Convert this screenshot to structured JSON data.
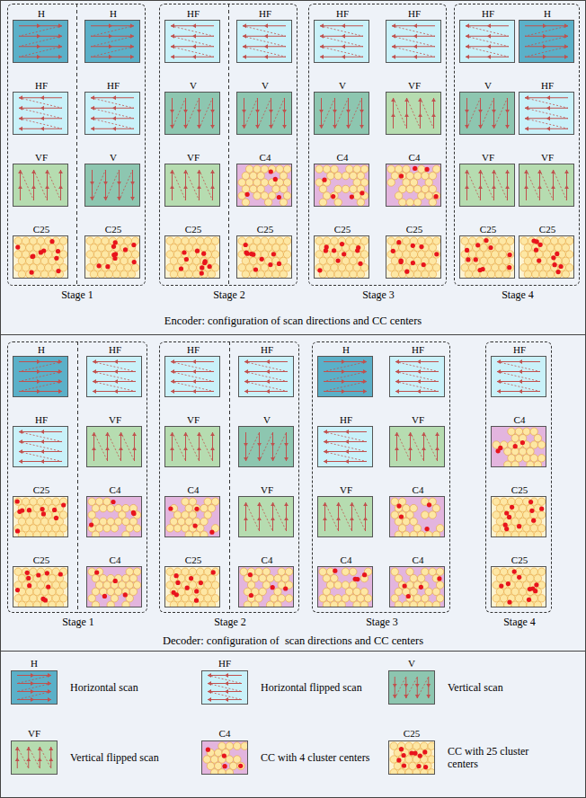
{
  "diagram": {
    "nodes": [
      {
        "text": [
          "Encoder: configuration of scan directions and CC centers"
        ]
      },
      {
        "text": [
          "Stage 1"
        ],
        "in": 0
      },
      {
        "text": [
          "H"
        ],
        "in": 1
      },
      {
        "text": [
          "HF"
        ],
        "in": 1
      },
      {
        "text": [
          "VF"
        ],
        "in": 1
      },
      {
        "text": [
          "C25"
        ],
        "in": 1
      },
      {
        "text": [
          "H"
        ],
        "in": 1
      },
      {
        "text": [
          "HF"
        ],
        "in": 1
      },
      {
        "text": [
          "V"
        ],
        "in": 1
      },
      {
        "text": [
          "C25"
        ],
        "in": 1
      },
      {
        "text": [
          "Stage 2"
        ],
        "in": 0
      },
      {
        "text": [
          "HF"
        ],
        "in": 10
      },
      {
        "text": [
          "V"
        ],
        "in": 10
      },
      {
        "text": [
          "VF"
        ],
        "in": 10
      },
      {
        "text": [
          "C25"
        ],
        "in": 10
      },
      {
        "text": [
          "HF"
        ],
        "in": 10
      },
      {
        "text": [
          "V"
        ],
        "in": 10
      },
      {
        "text": [
          "C4"
        ],
        "in": 10
      },
      {
        "text": [
          "C25"
        ],
        "in": 10
      },
      {
        "text": [
          "Stage 3"
        ],
        "in": 0
      },
      {
        "text": [
          "HF"
        ],
        "in": 19
      },
      {
        "text": [
          "V"
        ],
        "in": 19
      },
      {
        "text": [
          "C4"
        ],
        "in": 19
      },
      {
        "text": [
          "C25"
        ],
        "in": 19
      },
      {
        "text": [
          "HF"
        ],
        "in": 19
      },
      {
        "text": [
          "VF"
        ],
        "in": 19
      },
      {
        "text": [
          "C4"
        ],
        "in": 19
      },
      {
        "text": [
          "C25"
        ],
        "in": 19
      },
      {
        "text": [
          "Stage 4"
        ],
        "in": 0
      },
      {
        "text": [
          "HF"
        ],
        "in": 28
      },
      {
        "text": [
          "V"
        ],
        "in": 28
      },
      {
        "text": [
          "VF"
        ],
        "in": 28
      },
      {
        "text": [
          "C25"
        ],
        "in": 28
      },
      {
        "text": [
          "H"
        ],
        "in": 28
      },
      {
        "text": [
          "HF"
        ],
        "in": 28
      },
      {
        "text": [
          "VF"
        ],
        "in": 28
      },
      {
        "text": [
          "C25"
        ],
        "in": 28
      },
      {
        "text": [
          "Decoder: configuration of  scan directions and CC centers"
        ]
      },
      {
        "text": [
          "Stage 1"
        ],
        "in": 37
      },
      {
        "text": [
          "H"
        ],
        "in": 38
      },
      {
        "text": [
          "HF"
        ],
        "in": 38
      },
      {
        "text": [
          "C25"
        ],
        "in": 38
      },
      {
        "text": [
          "C25"
        ],
        "in": 38
      },
      {
        "text": [
          "HF"
        ],
        "in": 38
      },
      {
        "text": [
          "VF"
        ],
        "in": 38
      },
      {
        "text": [
          "C4"
        ],
        "in": 38
      },
      {
        "text": [
          "C4"
        ],
        "in": 38
      },
      {
        "text": [
          "Stage 2"
        ],
        "in": 37
      },
      {
        "text": [
          "HF"
        ],
        "in": 47
      },
      {
        "text": [
          "VF"
        ],
        "in": 47
      },
      {
        "text": [
          "C4"
        ],
        "in": 47
      },
      {
        "text": [
          "C25"
        ],
        "in": 47
      },
      {
        "text": [
          "HF"
        ],
        "in": 47
      },
      {
        "text": [
          "V"
        ],
        "in": 47
      },
      {
        "text": [
          "VF"
        ],
        "in": 47
      },
      {
        "text": [
          "C4"
        ],
        "in": 47
      },
      {
        "text": [
          "Stage 3"
        ],
        "in": 37
      },
      {
        "text": [
          "H"
        ],
        "in": 56
      },
      {
        "text": [
          "HF"
        ],
        "in": 56
      },
      {
        "text": [
          "VF"
        ],
        "in": 56
      },
      {
        "text": [
          "C4"
        ],
        "in": 56
      },
      {
        "text": [
          "HF"
        ],
        "in": 56
      },
      {
        "text": [
          "VF"
        ],
        "in": 56
      },
      {
        "text": [
          "C4"
        ],
        "in": 56
      },
      {
        "text": [
          "C4"
        ],
        "in": 56
      },
      {
        "text": [
          "Stage 4"
        ],
        "in": 37
      },
      {
        "text": [
          "HF"
        ],
        "in": 65
      },
      {
        "text": [
          "C4"
        ],
        "in": 65
      },
      {
        "text": [
          "C25"
        ],
        "in": 65
      },
      {
        "text": [
          "C25"
        ],
        "in": 65
      }
    ],
    "labels": [
      "H",
      "HF",
      "V",
      "VF",
      "C4",
      "C25"
    ],
    "legend": [
      {
        "text": "Horizontal scan"
      },
      {
        "text": "Horizontal flipped scan"
      },
      {
        "text": "Vertical scan"
      },
      {
        "text": "Vertical flipped scan"
      },
      {
        "text": "CC with 4 cluster centers"
      },
      {
        "text": "CC with 25 cluster centers"
      }
    ]
  }
}
